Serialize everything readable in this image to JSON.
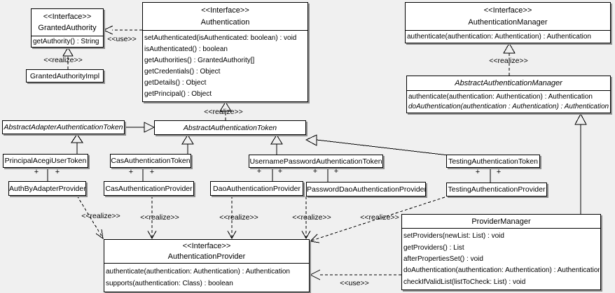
{
  "colors": {
    "background": "#f0f0f0",
    "box_fill": "#ffffff",
    "line_color": "#000000"
  },
  "labels": {
    "use": "<<use>>",
    "realize": "<<realize>>",
    "plus": "+"
  },
  "classes": {
    "granted_authority": {
      "stereotype": "<<Interface>>",
      "name": "GrantedAuthority",
      "methods": [
        "getAuthority() : String"
      ]
    },
    "granted_authority_impl": {
      "name": "GrantedAuthorityImpl"
    },
    "authentication": {
      "stereotype": "<<Interface>>",
      "name": "Authentication",
      "methods": [
        "setAuthenticated(isAuthenticated: boolean) : void",
        "isAuthenticated() : boolean",
        "getAuthorities() : GrantedAuthority[]",
        "getCredentials() : Object",
        "getDetails() : Object",
        "getPrincipal() : Object"
      ]
    },
    "authentication_manager": {
      "stereotype": "<<Interface>>",
      "name": "AuthenticationManager",
      "methods": [
        "authenticate(authentication: Authentication) : Authentication"
      ]
    },
    "abstract_authentication_manager": {
      "name": "AbstractAuthenticationManager",
      "abstract": true,
      "methods": [
        "authenticate(authentication: Authentication) : Authentication",
        "doAuthentication(authentication : Authentication) : Authentication"
      ]
    },
    "abstract_adapter_authentication_token": {
      "name": "AbstractAdapterAuthenticationToken",
      "abstract": true
    },
    "abstract_authentication_token": {
      "name": "AbstractAuthenticationToken",
      "abstract": true
    },
    "principal_acegi_user_token": {
      "name": "PrincipalAcegiUserToken"
    },
    "cas_authentication_token": {
      "name": "CasAuthenticationToken"
    },
    "username_password_authentication_token": {
      "name": "UsernamePasswordAuthenticationToken"
    },
    "testing_authentication_token": {
      "name": "TestingAuthenticationToken"
    },
    "auth_by_adapter_provider": {
      "name": "AuthByAdapterProvider"
    },
    "cas_authentication_provider": {
      "name": "CasAuthenticationProvider"
    },
    "dao_authentication_provider": {
      "name": "DaoAuthenticationProvider"
    },
    "password_dao_authentication_provider": {
      "name": "PasswordDaoAuthenticationProvider"
    },
    "testing_authentication_provider": {
      "name": "TestingAuthenticationProvider"
    },
    "authentication_provider": {
      "stereotype": "<<Interface>>",
      "name": "AuthenticationProvider",
      "methods": [
        "authenticate(authentication: Authentication) : Authentication",
        "supports(authentication: Class) : boolean"
      ]
    },
    "provider_manager": {
      "name": "ProviderManager",
      "methods": [
        "setProviders(newList: List) : void",
        "getProviders() : List",
        "afterPropertiesSet() : void",
        "doAuthentication(authentication: Authentication) : Authentication",
        "checkIfValidList(listToCheck: List) : void"
      ]
    }
  },
  "relationships": [
    {
      "from": "GrantedAuthorityImpl",
      "to": "GrantedAuthority",
      "type": "realize"
    },
    {
      "from": "Authentication",
      "to": "GrantedAuthority",
      "type": "use"
    },
    {
      "from": "AbstractAuthenticationToken",
      "to": "Authentication",
      "type": "realize"
    },
    {
      "from": "AbstractAuthenticationManager",
      "to": "AuthenticationManager",
      "type": "realize"
    },
    {
      "from": "AbstractAdapterAuthenticationToken",
      "to": "AbstractAuthenticationToken",
      "type": "generalization"
    },
    {
      "from": "PrincipalAcegiUserToken",
      "to": "AbstractAdapterAuthenticationToken",
      "type": "generalization"
    },
    {
      "from": "CasAuthenticationToken",
      "to": "AbstractAuthenticationToken",
      "type": "generalization"
    },
    {
      "from": "UsernamePasswordAuthenticationToken",
      "to": "AbstractAuthenticationToken",
      "type": "generalization"
    },
    {
      "from": "TestingAuthenticationToken",
      "to": "AbstractAuthenticationToken",
      "type": "generalization"
    },
    {
      "from": "ProviderManager",
      "to": "AbstractAuthenticationManager",
      "type": "generalization"
    },
    {
      "from": "PrincipalAcegiUserToken",
      "to": "AuthByAdapterProvider",
      "type": "association"
    },
    {
      "from": "CasAuthenticationToken",
      "to": "CasAuthenticationProvider",
      "type": "association"
    },
    {
      "from": "UsernamePasswordAuthenticationToken",
      "to": "DaoAuthenticationProvider",
      "type": "association"
    },
    {
      "from": "UsernamePasswordAuthenticationToken",
      "to": "PasswordDaoAuthenticationProvider",
      "type": "association"
    },
    {
      "from": "TestingAuthenticationToken",
      "to": "TestingAuthenticationProvider",
      "type": "association"
    },
    {
      "from": "AuthByAdapterProvider",
      "to": "AuthenticationProvider",
      "type": "realize"
    },
    {
      "from": "CasAuthenticationProvider",
      "to": "AuthenticationProvider",
      "type": "realize"
    },
    {
      "from": "DaoAuthenticationProvider",
      "to": "AuthenticationProvider",
      "type": "realize"
    },
    {
      "from": "PasswordDaoAuthenticationProvider",
      "to": "AuthenticationProvider",
      "type": "realize"
    },
    {
      "from": "TestingAuthenticationProvider",
      "to": "AuthenticationProvider",
      "type": "use-realize"
    },
    {
      "from": "ProviderManager",
      "to": "AuthenticationProvider",
      "type": "use"
    }
  ]
}
